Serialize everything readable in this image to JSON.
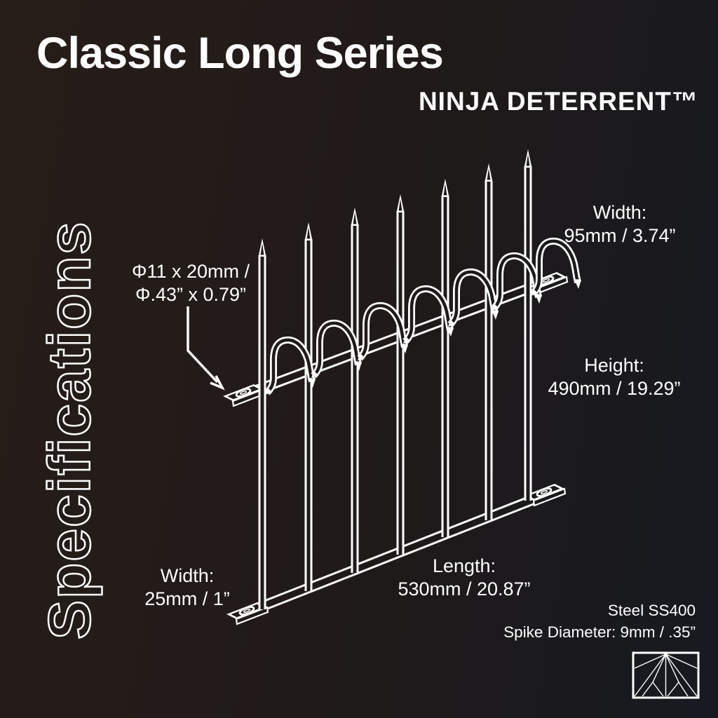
{
  "header": {
    "title": "Classic Long Series",
    "subtitle": "NINJA DETERRENT™"
  },
  "side_label": "Specifications",
  "diagram": {
    "spike_count": 7,
    "hook_count": 7,
    "labels": {
      "mount_hole_line1": "Φ11 x 20mm /",
      "mount_hole_line2": "Φ.43” x 0.79”",
      "width_top_line1": "Width:",
      "width_top_line2": "95mm / 3.74”",
      "height_line1": "Height:",
      "height_line2": "490mm / 19.29”",
      "width_bottom_line1": "Width:",
      "width_bottom_line2": "25mm / 1”",
      "length_line1": "Length:",
      "length_line2": "530mm / 20.87”"
    }
  },
  "footer": {
    "material": "Steel SS400",
    "spike_diameter": "Spike Diameter: 9mm / .35”",
    "logo_icon": "radiating-spikes-logo"
  },
  "colors": {
    "line": "#ffffff",
    "bg_left": "#261d19",
    "bg_mid": "#201a19",
    "bg_right": "#171a20"
  }
}
